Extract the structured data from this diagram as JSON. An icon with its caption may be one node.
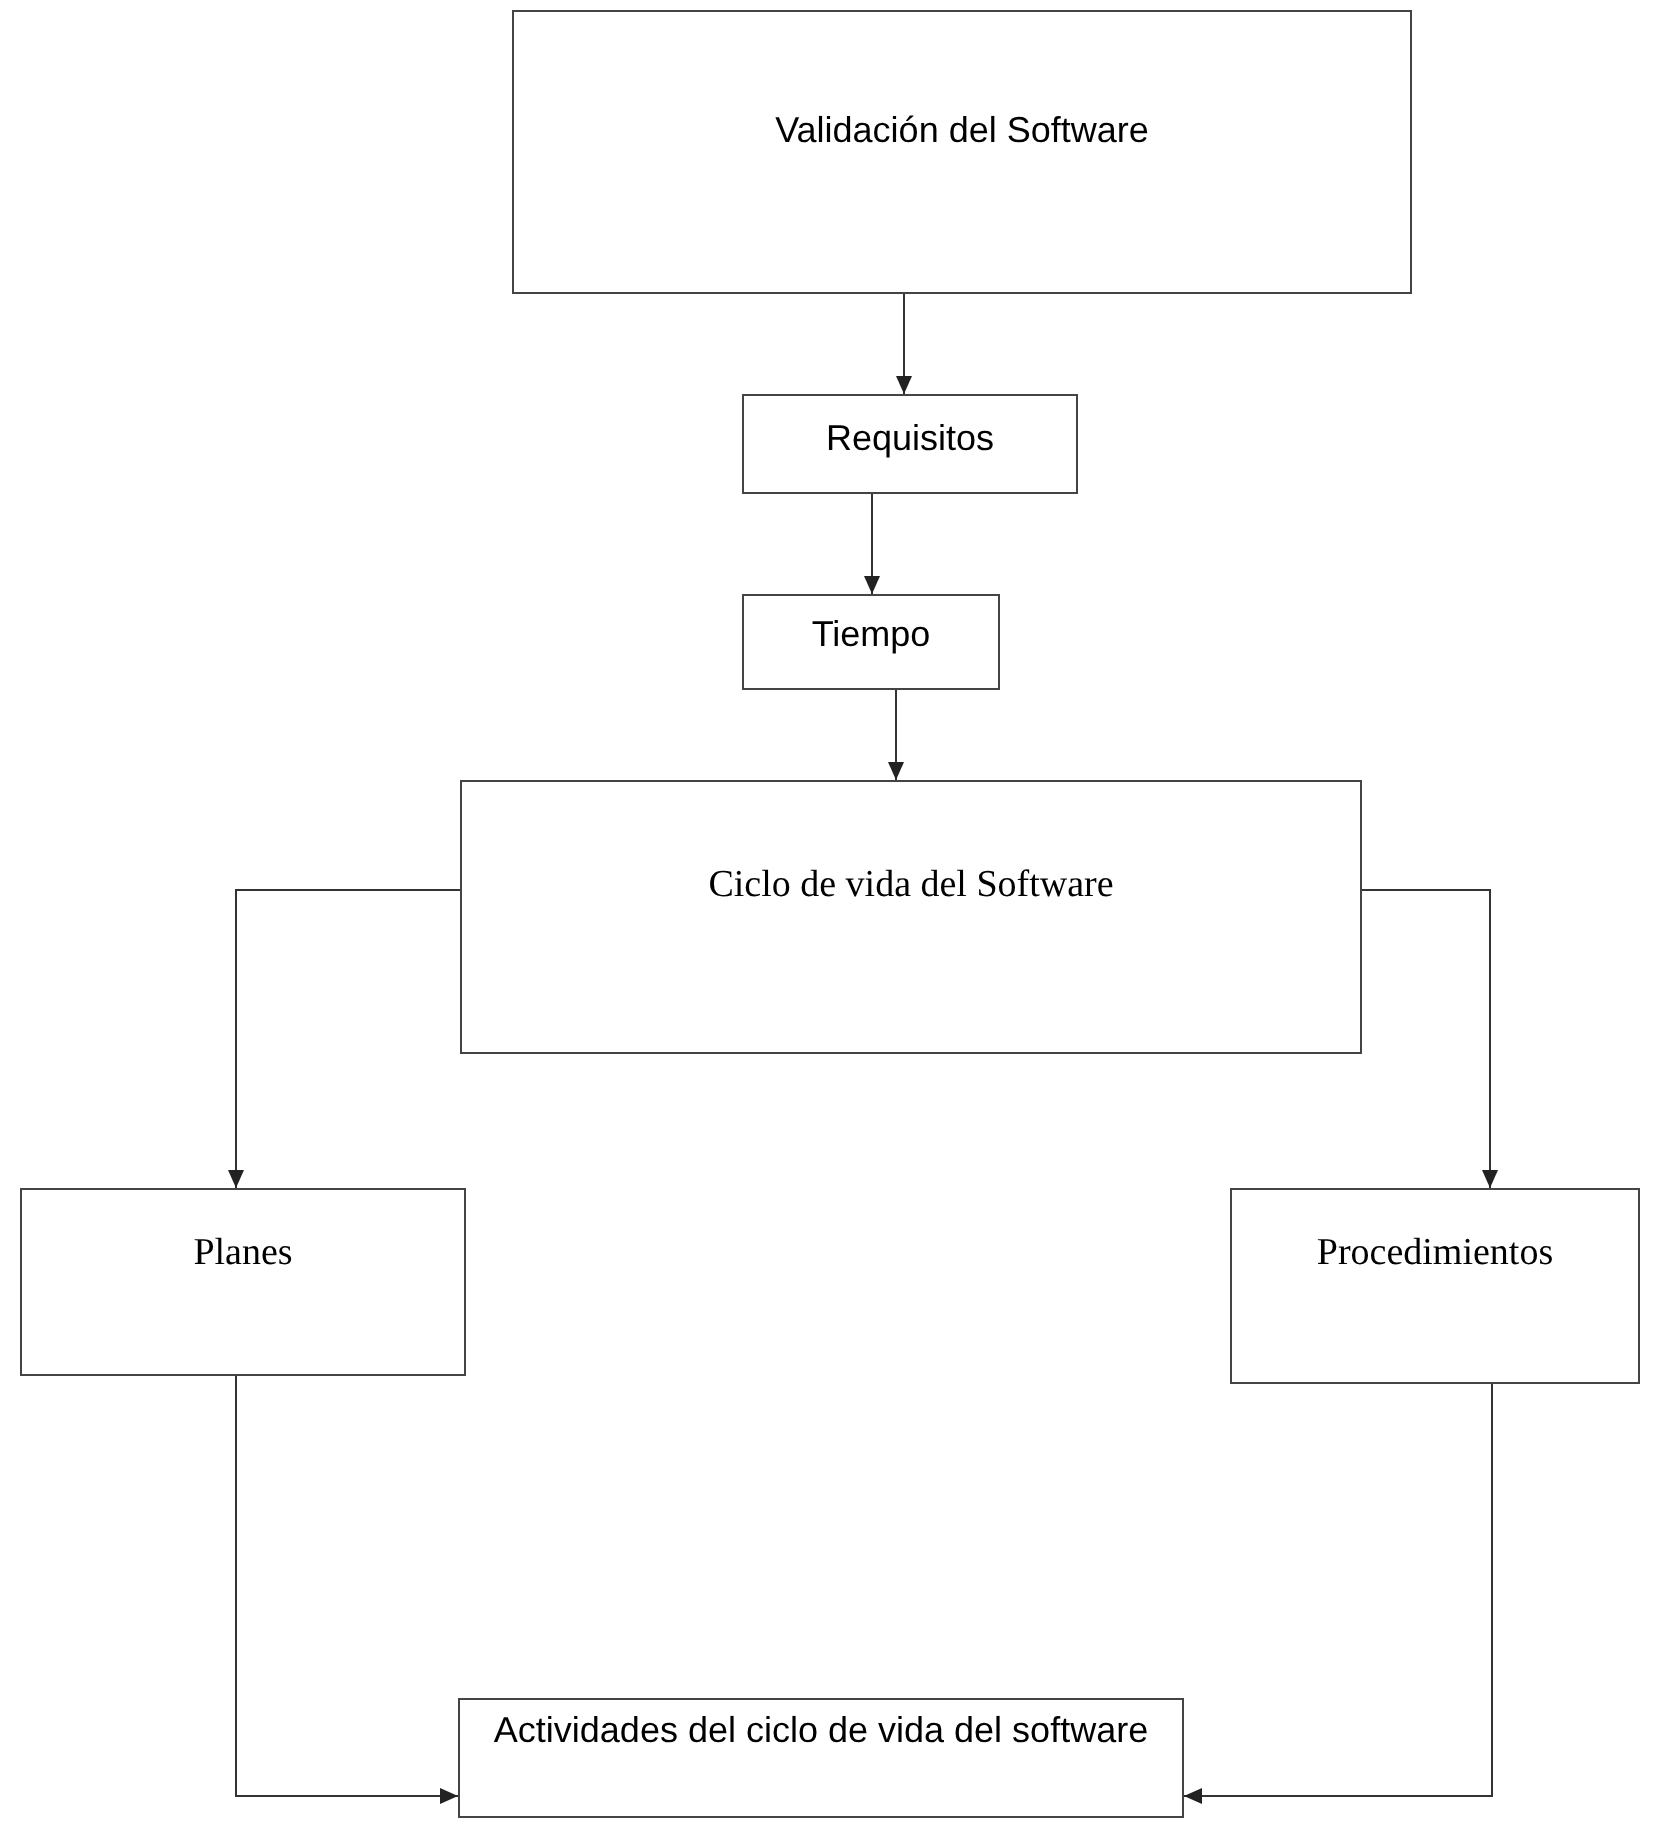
{
  "diagram": {
    "nodes": [
      {
        "text": [
          "Validación del Software"
        ]
      },
      {
        "text": [
          "Requisitos"
        ]
      },
      {
        "text": [
          "Tiempo"
        ]
      },
      {
        "text": [
          "Ciclo de vida del Software"
        ]
      },
      {
        "text": [
          "Planes"
        ]
      },
      {
        "text": [
          "Procedimientos"
        ]
      },
      {
        "text": [
          "Actividades del ciclo de vida del software"
        ]
      }
    ],
    "edges": [
      {
        "from": 0,
        "to": 1,
        "arrow": "to"
      },
      {
        "from": 1,
        "to": 2,
        "arrow": "to"
      },
      {
        "from": 2,
        "to": 3,
        "arrow": "to"
      },
      {
        "from": 3,
        "to": 4,
        "arrow": "to"
      },
      {
        "from": 3,
        "to": 5,
        "arrow": "to"
      },
      {
        "from": 4,
        "to": 6,
        "arrow": "to"
      },
      {
        "from": 5,
        "to": 6,
        "arrow": "to"
      }
    ]
  }
}
